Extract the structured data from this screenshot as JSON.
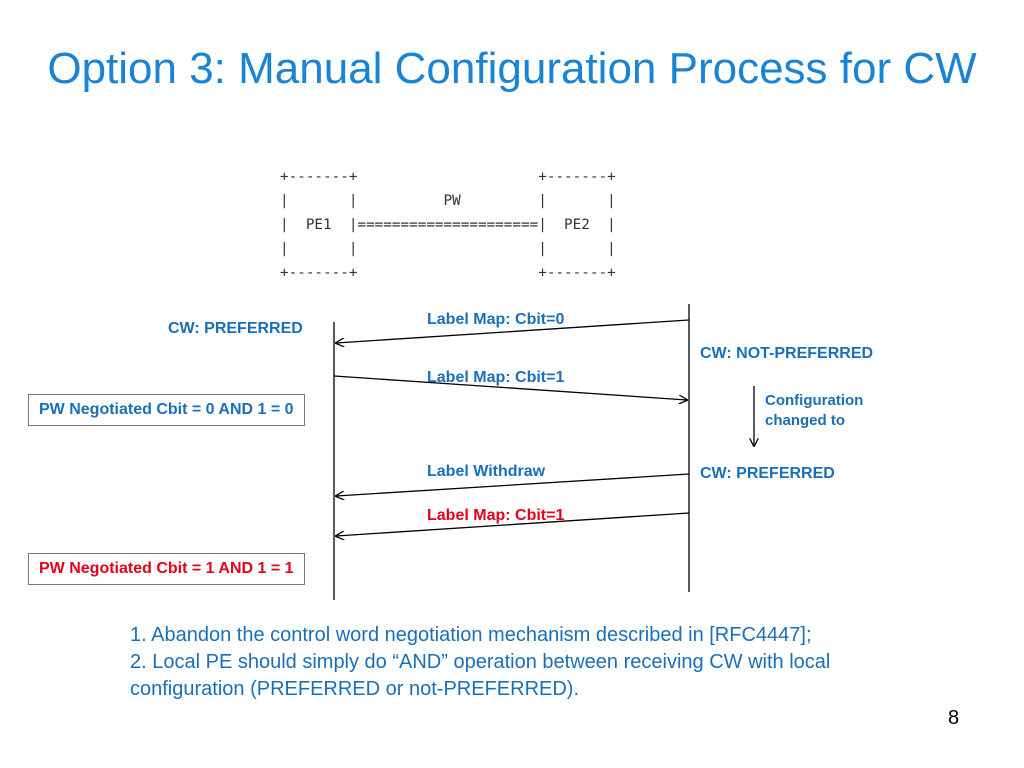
{
  "title": "Option 3: Manual Configuration Process for CW",
  "ascii_diagram": "+-------+                     +-------+\n|       |          PW         |       |\n|  PE1  |=====================|  PE2  |\n|       |                     |       |\n+-------+                     +-------+",
  "messages": {
    "m1": "Label Map: Cbit=0",
    "m2": "Label Map: Cbit=1",
    "m3": "Label Withdraw",
    "m4": "Label Map: Cbit=1"
  },
  "states": {
    "pe1_cw": "CW: PREFERRED",
    "pe2_cw_initial": "CW: NOT-PREFERRED",
    "config_change": "Configuration changed to",
    "pe2_cw_new": "CW: PREFERRED"
  },
  "results": {
    "r1": "PW Negotiated Cbit = 0 AND 1 = 0",
    "r2": "PW Negotiated Cbit = 1 AND 1 = 1"
  },
  "notes": {
    "line1": "1. Abandon the control word negotiation mechanism described in [RFC4447];",
    "line2": "2. Local PE should simply do “AND” operation between receiving CW with local configuration (PREFERRED or not-PREFERRED)."
  },
  "page_number": "8",
  "colors": {
    "title": "#1a84d4",
    "label_blue": "#1a6fb8",
    "label_red": "#e3001b"
  }
}
